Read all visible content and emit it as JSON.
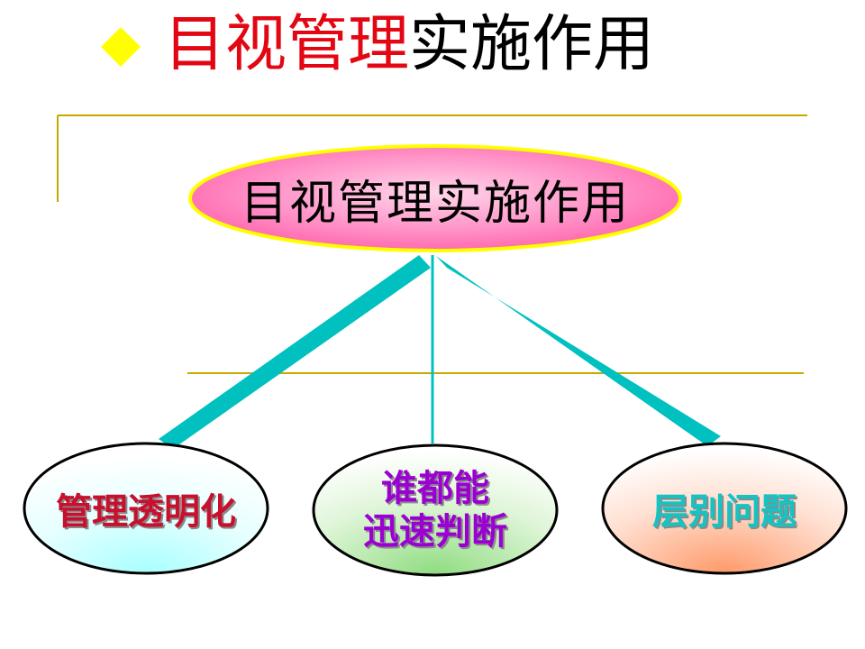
{
  "title": {
    "bullet_icon": "yellow-diamond-icon",
    "bullet_color": "#ffff00",
    "red_part": "目视管理",
    "black_part": "实施作用",
    "red_color": "#e30613"
  },
  "diagram": {
    "root": {
      "label": "目视管理实施作用",
      "fill_color": "#ff78b8",
      "border_color": "#ffff00"
    },
    "nodes": [
      {
        "lines": [
          "管理透明化"
        ],
        "text_color": "#c8102e",
        "fill_color": "#b8ffff"
      },
      {
        "lines": [
          "谁都能",
          "迅速判断"
        ],
        "text_color": "#9b00d3",
        "fill_color": "#a8e6a0"
      },
      {
        "lines": [
          "层别问题"
        ],
        "text_color": "#14c4c4",
        "fill_color": "#ffb089"
      }
    ],
    "connector_color": "#00c0c0",
    "rule_color": "#c8a800"
  }
}
